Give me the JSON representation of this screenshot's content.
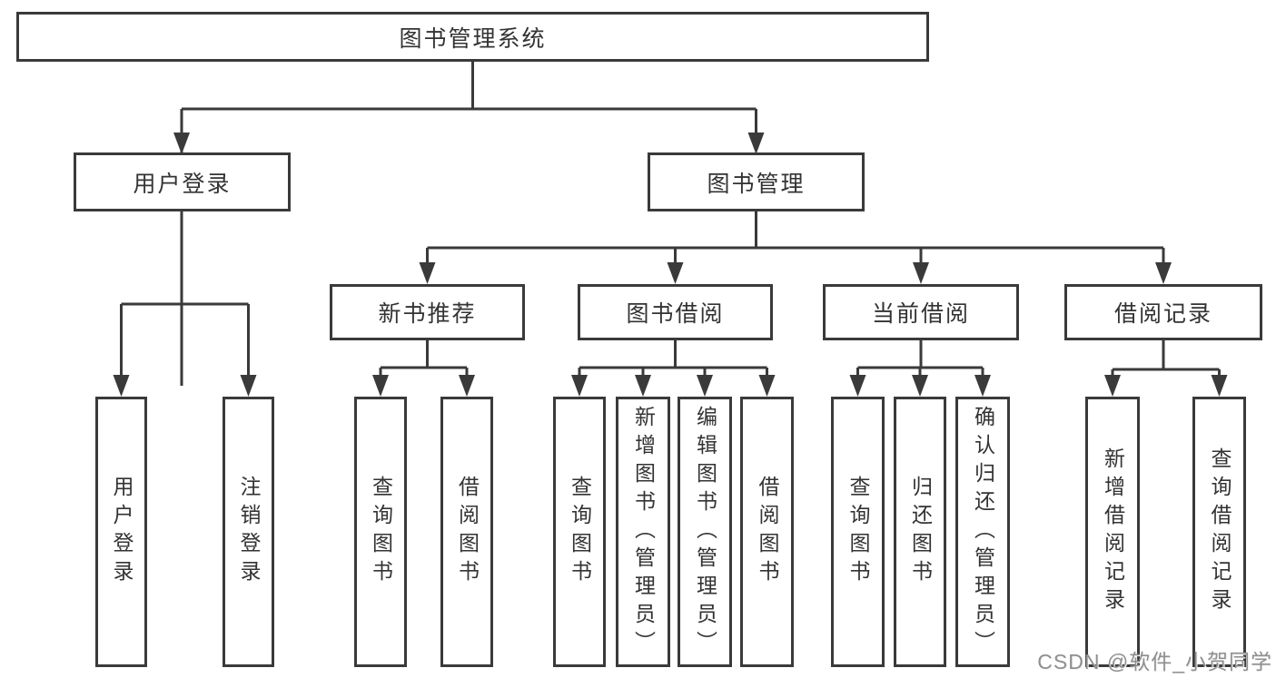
{
  "tree": {
    "label": "图书管理系统",
    "children": [
      {
        "label": "用户登录",
        "children": [
          {
            "label": "用户登录"
          },
          {
            "label": "注销登录"
          }
        ]
      },
      {
        "label": "图书管理",
        "children": [
          {
            "label": "新书推荐",
            "children": [
              {
                "label": "查询图书"
              },
              {
                "label": "借阅图书"
              }
            ]
          },
          {
            "label": "图书借阅",
            "children": [
              {
                "label": "查询图书"
              },
              {
                "label": "新增图书（管理员）"
              },
              {
                "label": "编辑图书（管理员）"
              },
              {
                "label": "借阅图书"
              }
            ]
          },
          {
            "label": "当前借阅",
            "children": [
              {
                "label": "查询图书"
              },
              {
                "label": "归还图书"
              },
              {
                "label": "确认归还（管理员）"
              }
            ]
          },
          {
            "label": "借阅记录",
            "children": [
              {
                "label": "新增借阅记录"
              },
              {
                "label": "查询借阅记录"
              }
            ]
          }
        ]
      }
    ]
  },
  "watermark": {
    "text": "CSDN @软件_小贺同学"
  },
  "colors": {
    "line": "#3a3a3a",
    "text": "#333333",
    "background": "#ffffff",
    "watermark": "#8f8f8f"
  }
}
